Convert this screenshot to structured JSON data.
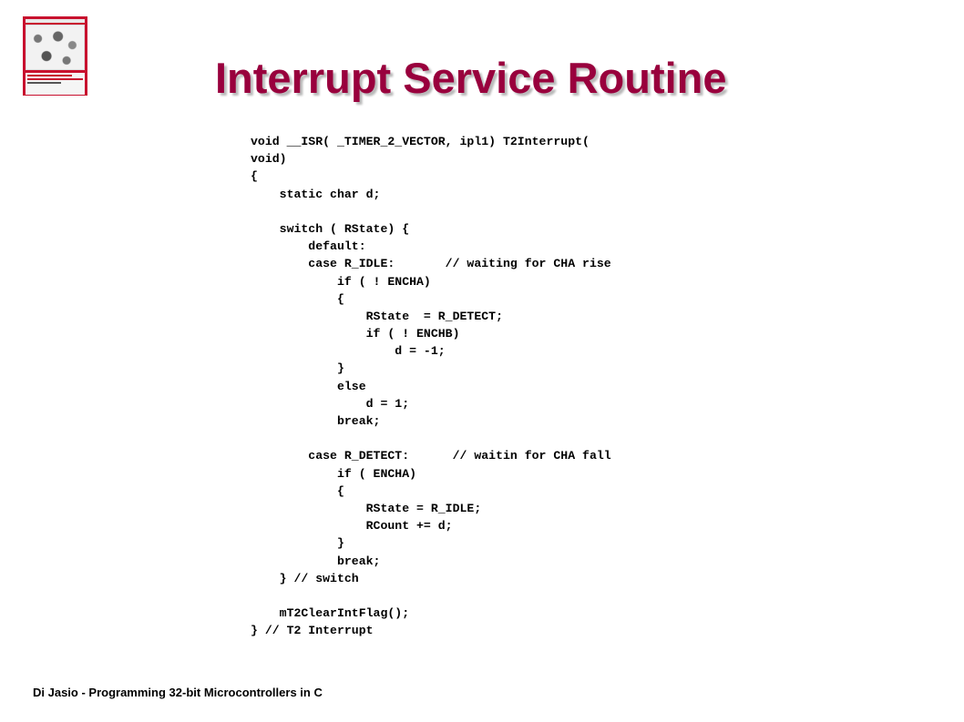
{
  "slide": {
    "title": "Interrupt Service Routine",
    "footer": "Di Jasio - Programming 32-bit Microcontrollers in C",
    "cover_icon": "book-cover-image"
  },
  "code_lines": [
    "void __ISR( _TIMER_2_VECTOR, ipl1) T2Interrupt(",
    "void)",
    "{",
    "    static char d;",
    "",
    "    switch ( RState) {",
    "        default:",
    "        case R_IDLE:       // waiting for CHA rise",
    "            if ( ! ENCHA)",
    "            {",
    "                RState  = R_DETECT;",
    "                if ( ! ENCHB)",
    "                    d = -1;",
    "            }",
    "            else",
    "                d = 1;",
    "            break;",
    "",
    "        case R_DETECT:      // waitin for CHA fall",
    "            if ( ENCHA)",
    "            {",
    "                RState = R_IDLE;",
    "                RCount += d;",
    "            }",
    "            break;",
    "    } // switch",
    "",
    "    mT2ClearIntFlag();",
    "} // T2 Interrupt"
  ]
}
